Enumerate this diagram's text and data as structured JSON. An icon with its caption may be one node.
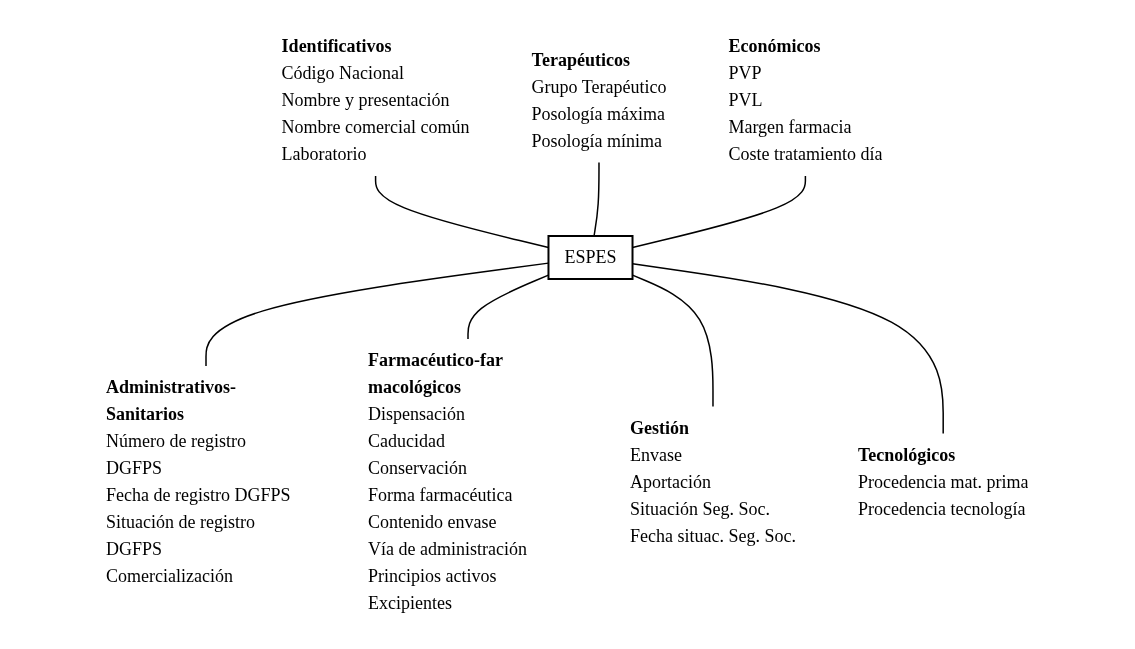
{
  "diagram": {
    "nodes": [
      {
        "text": [
          "Identificativos",
          "Código Nacional",
          "Nombre y presentación",
          "Nombre comercial común",
          "Laboratorio"
        ]
      },
      {
        "text": [
          "Terapéuticos",
          "Grupo Terapéutico",
          "Posología máxima",
          "Posología mínima"
        ]
      },
      {
        "text": [
          "Económicos",
          "PVP",
          "PVL",
          "Margen farmacia",
          "Coste tratamiento día"
        ]
      },
      {
        "text": [
          "ESPES"
        ]
      },
      {
        "text": [
          "Farmacéutico-far macológicos",
          "Dispensación",
          "Caducidad",
          "Conservación",
          "Forma farmacéutica",
          "Contenido envase",
          "Vía de administración",
          "Principios activos",
          "Excipientes"
        ]
      },
      {
        "text": [
          "Gestión",
          "Envase",
          "Aportación",
          "Situación Seg. Soc.",
          "Fecha situac. Seg. Soc."
        ]
      },
      {
        "text": [
          "Tecnológicos",
          "Procedencia mat. prima",
          "Procedencia tecnología"
        ]
      },
      {
        "text": [
          "Administrativos-Sanitarios",
          "Número de registro DGFPS",
          "Fecha de registro DGFPS",
          "Situación de registro DGFPS",
          "Comercialización"
        ]
      }
    ],
    "edges": [
      {
        "from": 0,
        "to": 3,
        "arrow": "none"
      },
      {
        "from": 1,
        "to": 3,
        "arrow": "none"
      },
      {
        "from": 2,
        "to": 3,
        "arrow": "none"
      },
      {
        "from": 3,
        "to": 7,
        "arrow": "none"
      },
      {
        "from": 3,
        "to": 4,
        "arrow": "none"
      },
      {
        "from": 3,
        "to": 5,
        "arrow": "none"
      },
      {
        "from": 3,
        "to": 6,
        "arrow": "none"
      }
    ]
  }
}
